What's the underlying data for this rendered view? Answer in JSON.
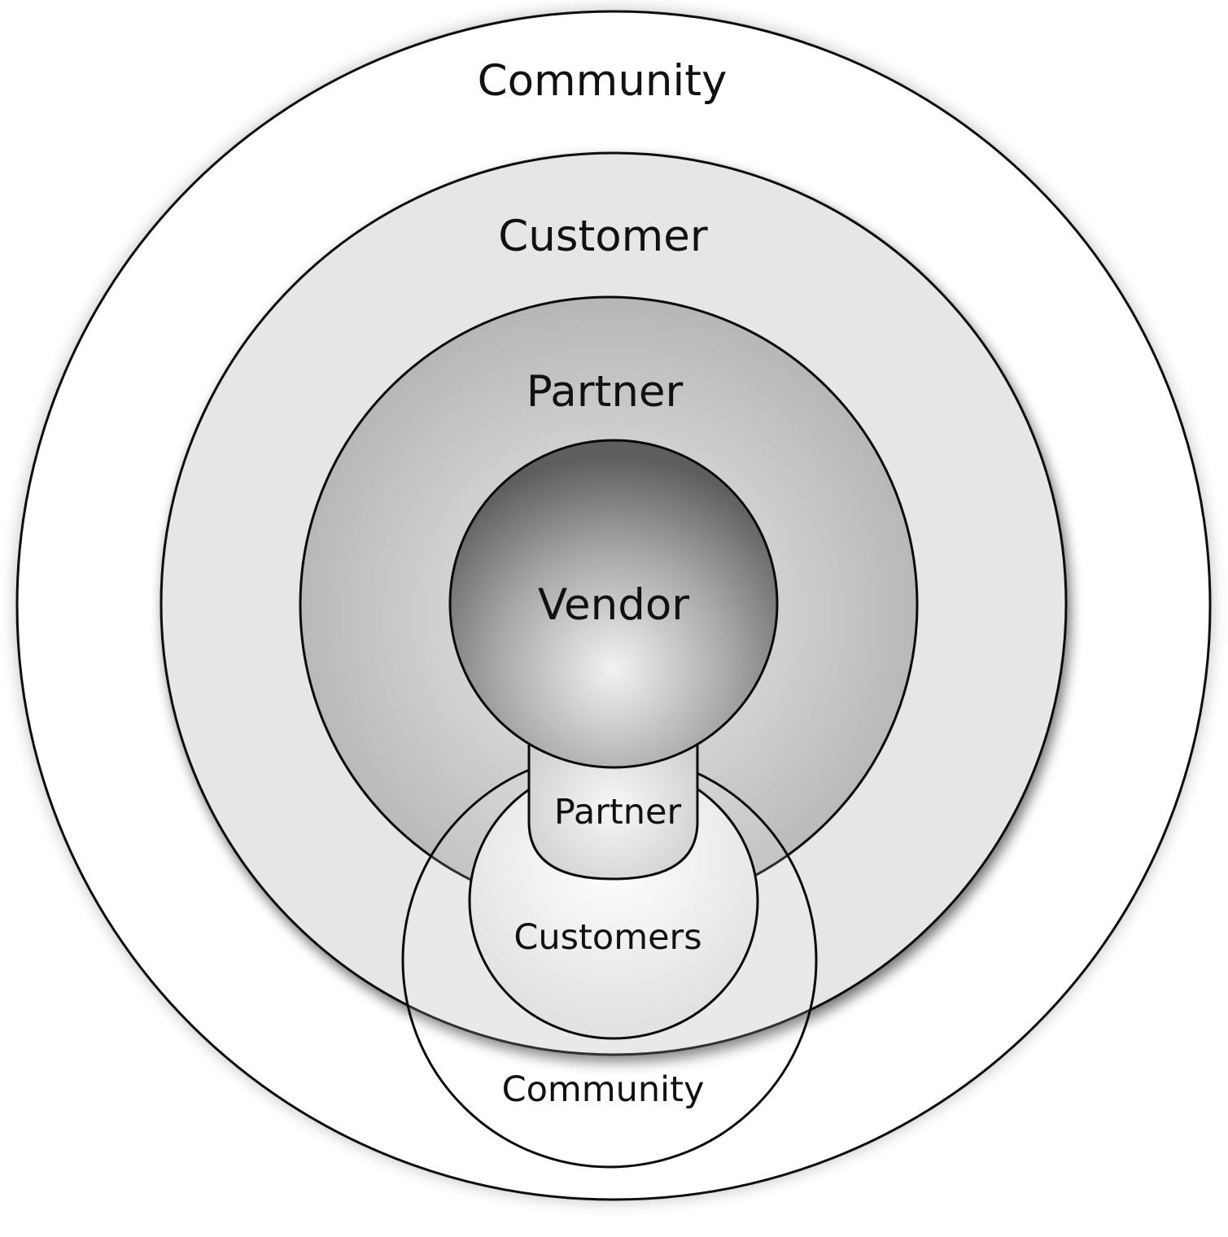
{
  "diagram": {
    "labels": {
      "outer_ring": "Community",
      "customer_ring": "Customer",
      "partner_ring": "Partner",
      "core": "Vendor",
      "sub_partner": "Partner",
      "sub_customers": "Customers",
      "sub_community": "Community"
    },
    "colors": {
      "outline": "#0a0a0a",
      "community_fill": "#ffffff",
      "customer_fill": "#e6e6e6",
      "partner_fill_center": "#eeeeee",
      "partner_fill_edge": "#b3b3b3",
      "vendor_fill_center": "#f2f2f2",
      "vendor_fill_edge": "#5e5e5e",
      "text": "#111111"
    }
  }
}
